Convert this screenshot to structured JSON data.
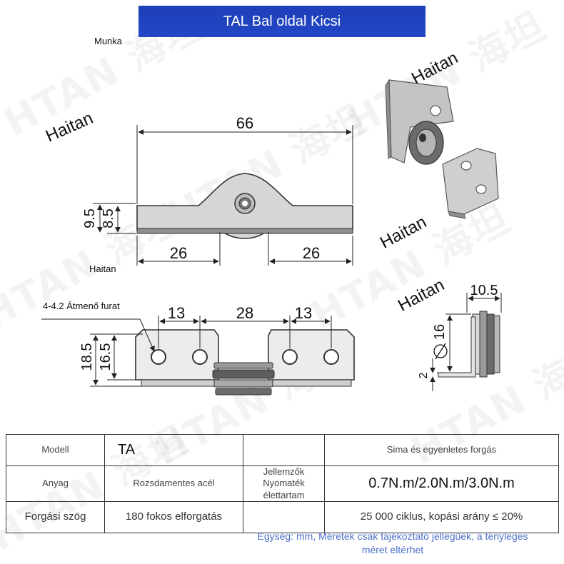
{
  "header": {
    "title": "TAL Bal oldal Kicsi"
  },
  "labels": {
    "munka": "Munka",
    "haitan_1": "Haitan",
    "haitan_2": "Haitan",
    "haitan_3": "Haitan",
    "haitan_4": "Haitan",
    "haitan_5": "Haitan",
    "hole_note": "4-4.2 Átmenő furat"
  },
  "watermark": {
    "text": "HTAN 海坦"
  },
  "dimensions": {
    "overall_width": "66",
    "total_height": "9.5",
    "leaf_height": "8.5",
    "left_leaf": "26",
    "right_leaf": "26",
    "hole_spacing_left": "13",
    "center_spacing": "28",
    "hole_spacing_right": "13",
    "plate_height_outer": "18.5",
    "plate_height_inner": "16.5",
    "side_width": "10.5",
    "diameter": "16",
    "thickness": "2"
  },
  "spec_table": {
    "model_label": "Modell",
    "model_value": "TA",
    "features_label": "Sima és egyenletes forgás",
    "material_label": "Anyag",
    "material_value": "Rozsdamentes acél",
    "features_lifespan_label": "Jellemzők Nyomaték élettartam",
    "torque_value": "0.7N.m/2.0N.m/3.0N.m",
    "rotation_label": "Forgási szög",
    "rotation_value": "180 fokos elforgatás",
    "lifespan_value": "25 000 ciklus, kopási arány ≤ 20%"
  },
  "footnote": "Egység: mm, Méretek csak tájékoztató jellegűek, a tényleges méret eltérhet",
  "colors": {
    "title_bg": "#2347c6",
    "footnote": "#4a6fc9"
  }
}
